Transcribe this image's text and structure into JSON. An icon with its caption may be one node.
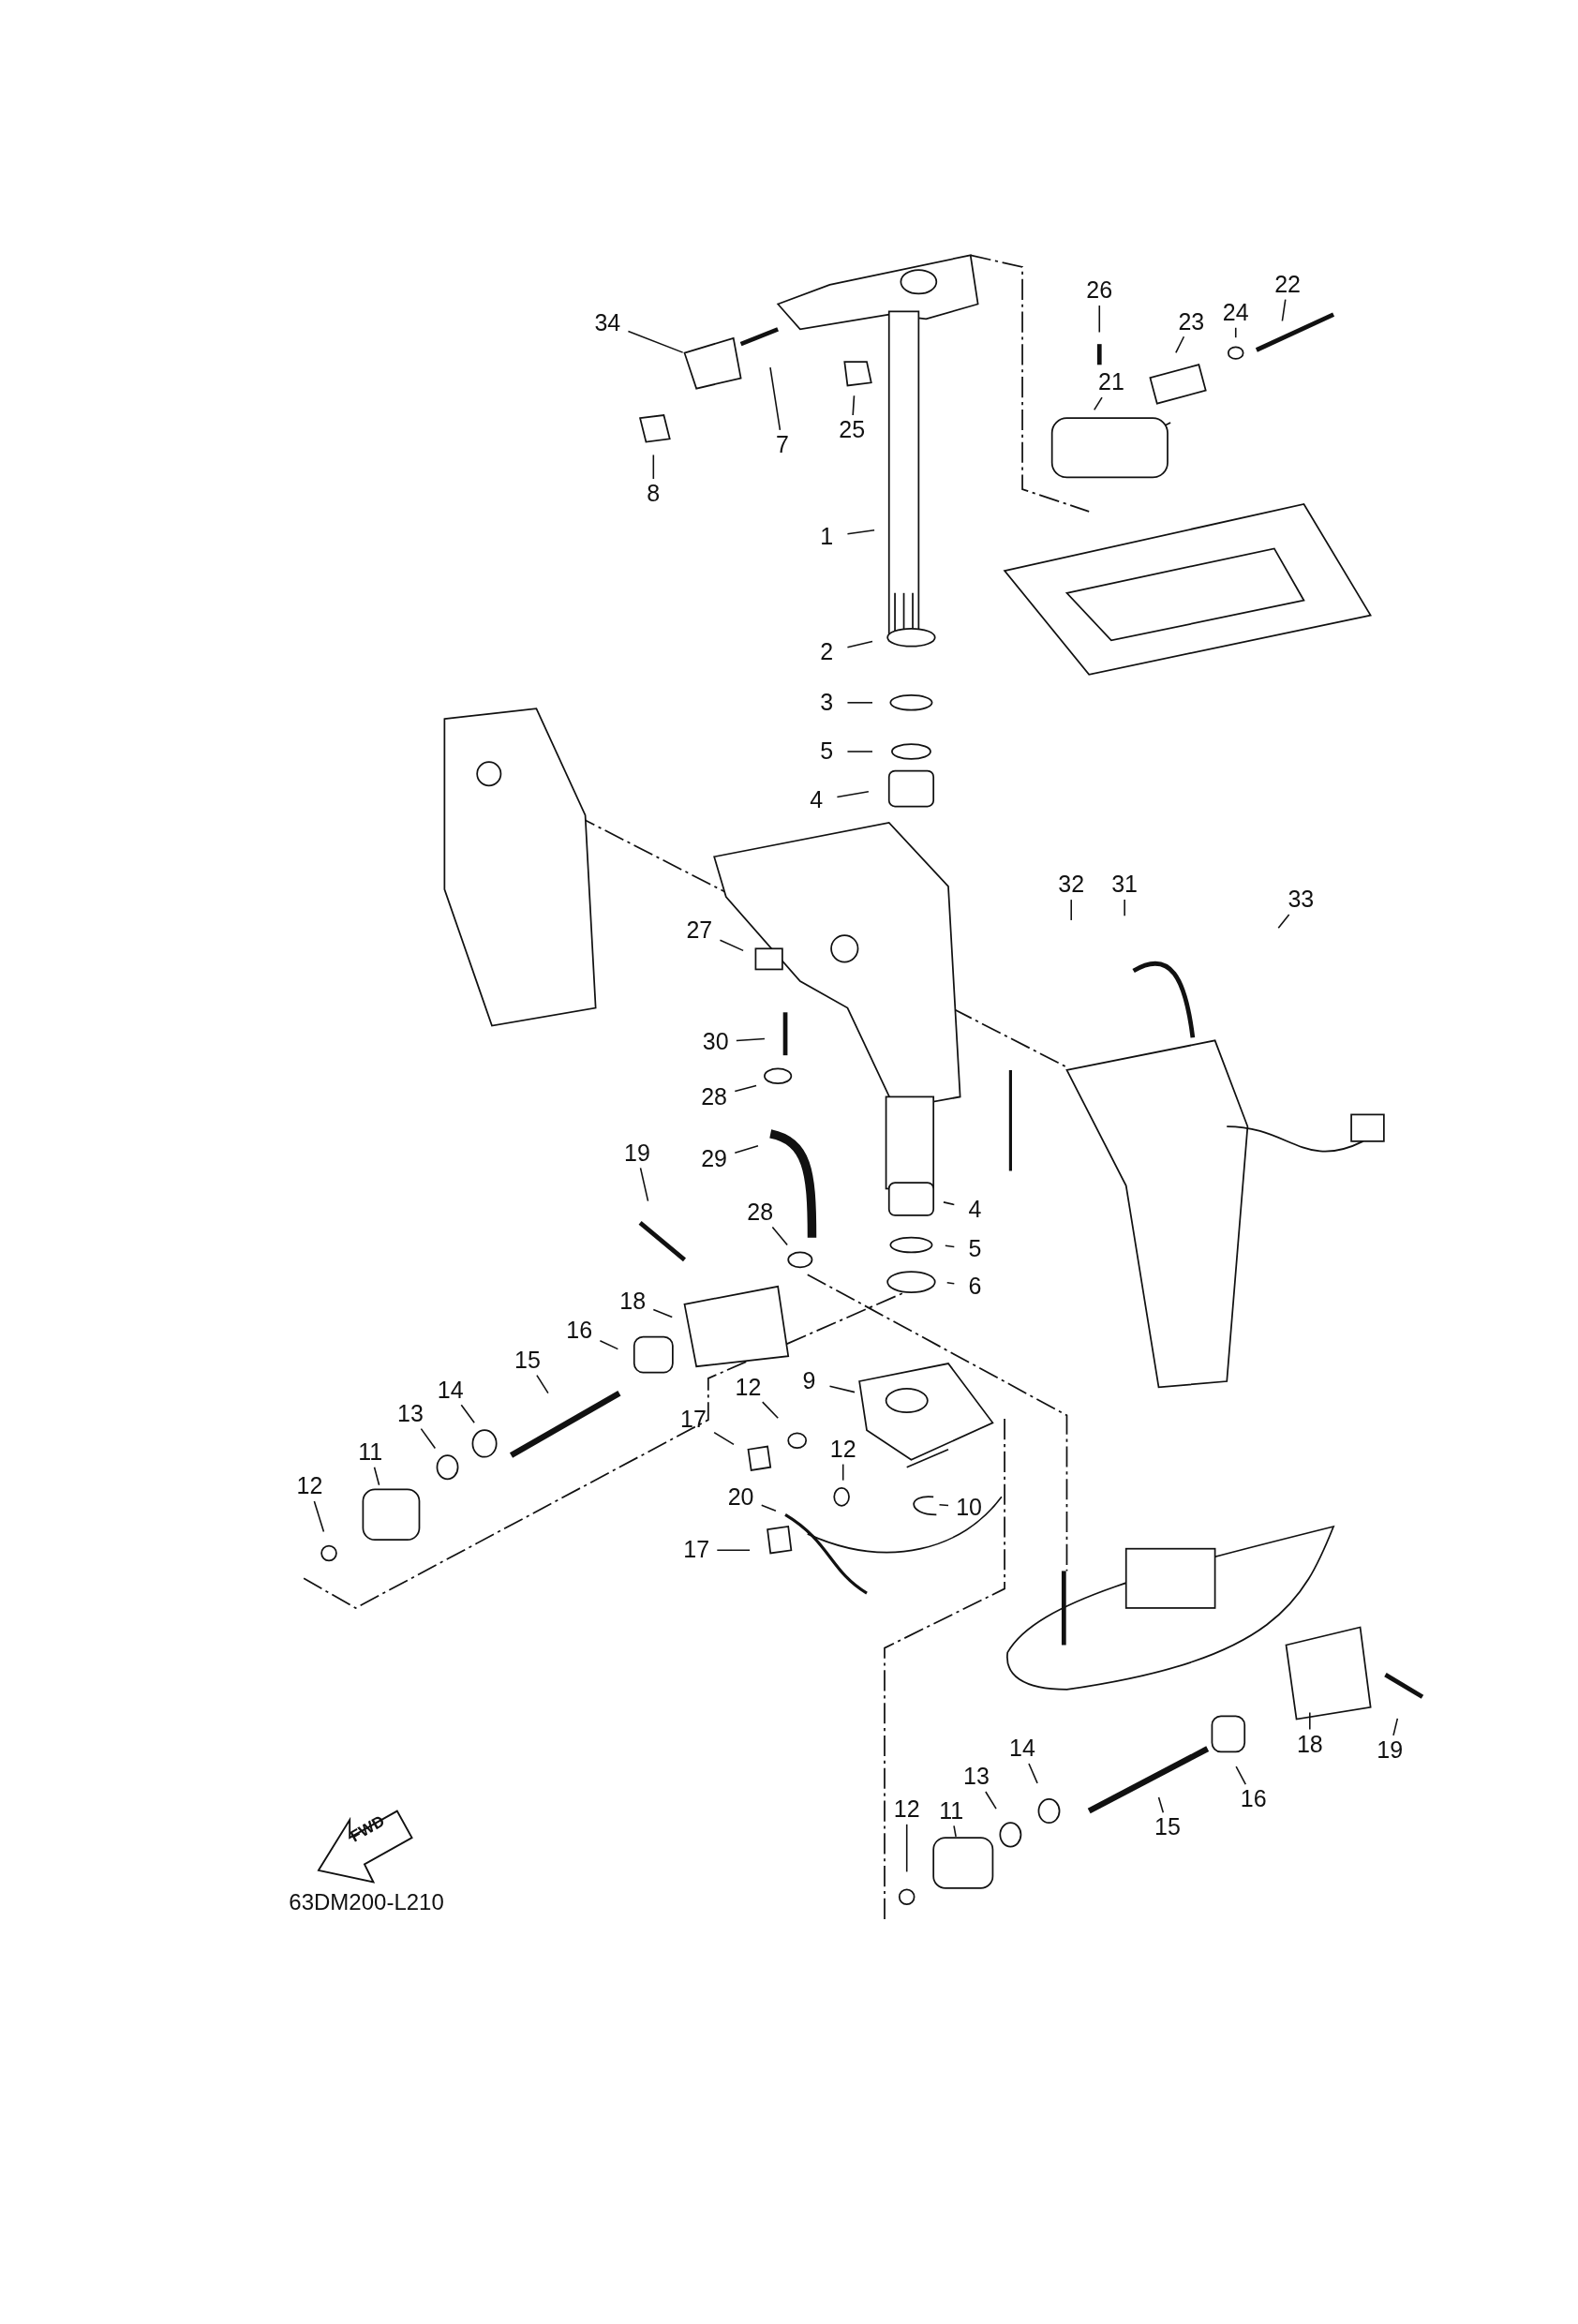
{
  "diagram": {
    "nodes": [
      {
        "text": [
          "22"
        ]
      },
      {
        "text": [
          "26"
        ]
      },
      {
        "text": [
          "24"
        ]
      },
      {
        "text": [
          "23"
        ]
      },
      {
        "text": [
          "34"
        ]
      },
      {
        "text": [
          "21"
        ]
      },
      {
        "text": [
          "25"
        ]
      },
      {
        "text": [
          "7"
        ]
      },
      {
        "text": [
          "8"
        ]
      },
      {
        "text": [
          "1"
        ]
      },
      {
        "text": [
          "2"
        ]
      },
      {
        "text": [
          "3"
        ]
      },
      {
        "text": [
          "5"
        ]
      },
      {
        "text": [
          "4"
        ]
      },
      {
        "text": [
          "32"
        ]
      },
      {
        "text": [
          "31"
        ]
      },
      {
        "text": [
          "33"
        ]
      },
      {
        "text": [
          "27"
        ]
      },
      {
        "text": [
          "30"
        ]
      },
      {
        "text": [
          "28"
        ]
      },
      {
        "text": [
          "19"
        ]
      },
      {
        "text": [
          "29"
        ]
      },
      {
        "text": [
          "4"
        ]
      },
      {
        "text": [
          "28"
        ]
      },
      {
        "text": [
          "5"
        ]
      },
      {
        "text": [
          "6"
        ]
      },
      {
        "text": [
          "18"
        ]
      },
      {
        "text": [
          "16"
        ]
      },
      {
        "text": [
          "15"
        ]
      },
      {
        "text": [
          "9"
        ]
      },
      {
        "text": [
          "14"
        ]
      },
      {
        "text": [
          "12"
        ]
      },
      {
        "text": [
          "13"
        ]
      },
      {
        "text": [
          "17"
        ]
      },
      {
        "text": [
          "11"
        ]
      },
      {
        "text": [
          "12"
        ]
      },
      {
        "text": [
          "12"
        ]
      },
      {
        "text": [
          "20"
        ]
      },
      {
        "text": [
          "10"
        ]
      },
      {
        "text": [
          "17"
        ]
      },
      {
        "text": [
          "18"
        ]
      },
      {
        "text": [
          "19"
        ]
      },
      {
        "text": [
          "14"
        ]
      },
      {
        "text": [
          "16"
        ]
      },
      {
        "text": [
          "13"
        ]
      },
      {
        "text": [
          "12"
        ]
      },
      {
        "text": [
          "11"
        ]
      },
      {
        "text": [
          "15"
        ]
      }
    ],
    "edges": [
      {
        "from": 0,
        "to": null,
        "arrow": "none"
      },
      {
        "from": 1,
        "to": null,
        "arrow": "none"
      },
      {
        "from": 2,
        "to": null,
        "arrow": "none"
      },
      {
        "from": 3,
        "to": null,
        "arrow": "none"
      },
      {
        "from": 4,
        "to": null,
        "arrow": "none"
      },
      {
        "from": 5,
        "to": null,
        "arrow": "none"
      },
      {
        "from": 6,
        "to": null,
        "arrow": "none"
      },
      {
        "from": 7,
        "to": null,
        "arrow": "none"
      },
      {
        "from": 8,
        "to": null,
        "arrow": "none"
      },
      {
        "from": 9,
        "to": null,
        "arrow": "none"
      },
      {
        "from": 10,
        "to": null,
        "arrow": "none"
      },
      {
        "from": 11,
        "to": null,
        "arrow": "none"
      },
      {
        "from": 12,
        "to": null,
        "arrow": "none"
      },
      {
        "from": 13,
        "to": null,
        "arrow": "none"
      },
      {
        "from": 14,
        "to": null,
        "arrow": "none"
      },
      {
        "from": 15,
        "to": null,
        "arrow": "none"
      },
      {
        "from": 16,
        "to": null,
        "arrow": "none"
      },
      {
        "from": 17,
        "to": null,
        "arrow": "none"
      },
      {
        "from": 18,
        "to": null,
        "arrow": "none"
      },
      {
        "from": 19,
        "to": null,
        "arrow": "none"
      },
      {
        "from": 20,
        "to": null,
        "arrow": "none"
      },
      {
        "from": 21,
        "to": null,
        "arrow": "none"
      },
      {
        "from": 22,
        "to": null,
        "arrow": "none"
      },
      {
        "from": 23,
        "to": null,
        "arrow": "none"
      },
      {
        "from": 24,
        "to": null,
        "arrow": "none"
      },
      {
        "from": 25,
        "to": null,
        "arrow": "none"
      },
      {
        "from": 26,
        "to": null,
        "arrow": "none"
      },
      {
        "from": 27,
        "to": null,
        "arrow": "none"
      },
      {
        "from": 28,
        "to": null,
        "arrow": "none"
      },
      {
        "from": 29,
        "to": null,
        "arrow": "none"
      },
      {
        "from": 30,
        "to": null,
        "arrow": "none"
      },
      {
        "from": 31,
        "to": null,
        "arrow": "none"
      },
      {
        "from": 32,
        "to": null,
        "arrow": "none"
      },
      {
        "from": 33,
        "to": null,
        "arrow": "none"
      },
      {
        "from": 34,
        "to": null,
        "arrow": "none"
      },
      {
        "from": 35,
        "to": null,
        "arrow": "none"
      },
      {
        "from": 36,
        "to": null,
        "arrow": "none"
      },
      {
        "from": 37,
        "to": null,
        "arrow": "none"
      },
      {
        "from": 38,
        "to": null,
        "arrow": "none"
      },
      {
        "from": 39,
        "to": null,
        "arrow": "none"
      },
      {
        "from": 40,
        "to": null,
        "arrow": "none"
      },
      {
        "from": 41,
        "to": null,
        "arrow": "none"
      },
      {
        "from": 42,
        "to": null,
        "arrow": "none"
      },
      {
        "from": 43,
        "to": null,
        "arrow": "none"
      },
      {
        "from": 44,
        "to": null,
        "arrow": "none"
      },
      {
        "from": 45,
        "to": null,
        "arrow": "none"
      },
      {
        "from": 46,
        "to": null,
        "arrow": "none"
      },
      {
        "from": 47,
        "to": null,
        "arrow": "none"
      }
    ],
    "labels": [
      "FWD",
      "63DM200-L210"
    ]
  }
}
